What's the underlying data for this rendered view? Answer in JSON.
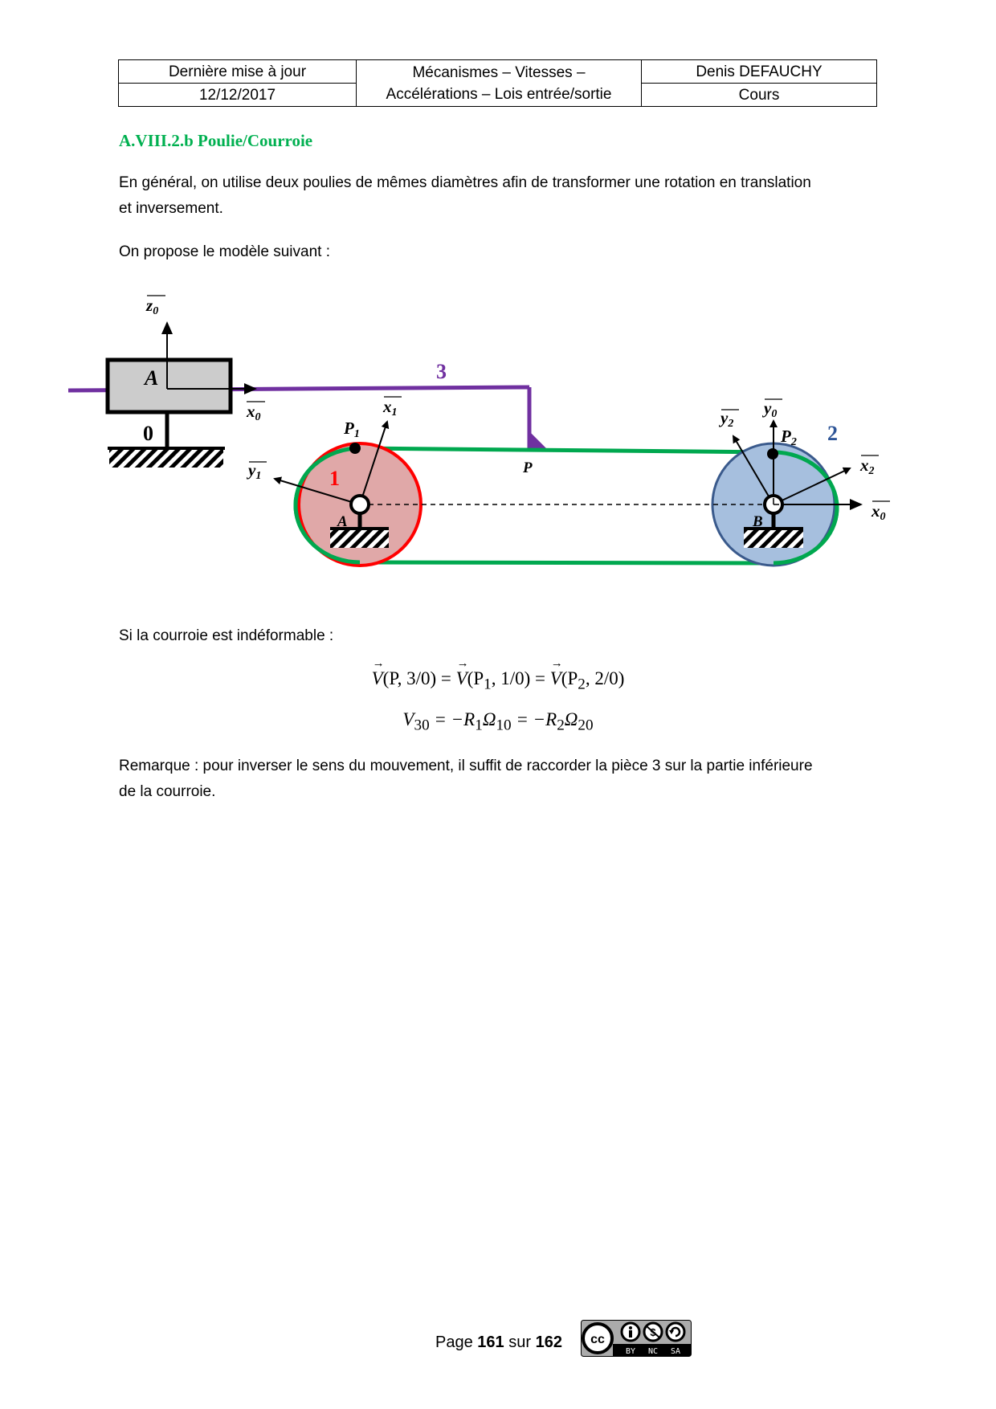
{
  "header": {
    "last_update_label": "Dernière mise à jour",
    "last_update_date": "12/12/2017",
    "title_line1": "Mécanismes – Vitesses –",
    "title_line2": "Accélérations – Lois entrée/sortie",
    "author": "Denis DEFAUCHY",
    "doc_type": "Cours"
  },
  "section": {
    "title": "A.VIII.2.b Poulie/Courroie"
  },
  "paragraphs": {
    "intro_line1": "En général, on utilise deux poulies de mêmes diamètres afin de transformer une rotation en translation",
    "intro_line2": "et inversement.",
    "model": "On propose le modèle suivant :",
    "condition": "Si la courroie est indéformable :",
    "remark_line1": "Remarque : pour inverser le sens du mouvement, il suffit de raccorder la pièce 3 sur la partie inférieure",
    "remark_line2": "de la courroie."
  },
  "diagram": {
    "colors": {
      "belt": "#00a84f",
      "slider_rod": "#7030a0",
      "pulley1_fill": "#e0a8a8",
      "pulley1_stroke": "#ff0000",
      "pulley2_fill": "#a6bfde",
      "pulley2_stroke": "#3a5a8c",
      "box_fill": "#cccccc",
      "label_part1": "#ff0000",
      "label_part2": "#2e5597",
      "label_part3": "#7030a0"
    },
    "labels": {
      "z0": "z",
      "z0_sub": "0",
      "x0_left": "x",
      "x0_left_sub": "0",
      "point_A_box": "A",
      "part0": "0",
      "part1": "1",
      "part2": "2",
      "part3": "3",
      "P1": "P",
      "P1_sub": "1",
      "x1": "x",
      "x1_sub": "1",
      "y1": "y",
      "y1_sub": "1",
      "P": "P",
      "point_A": "A",
      "point_B": "B",
      "y2": "y",
      "y2_sub": "2",
      "y0": "y",
      "y0_sub": "0",
      "P2": "P",
      "P2_sub": "2",
      "x2": "x",
      "x2_sub": "2",
      "x0_right": "x",
      "x0_right_sub": "0"
    }
  },
  "equations": {
    "eq1": {
      "v": "V",
      "t1": "(P, 3/0) = ",
      "t2": "(P",
      "t2_sub": "1",
      "t2_end": ", 1/0) = ",
      "t3": "(P",
      "t3_sub": "2",
      "t3_end": ", 2/0)"
    },
    "eq2": {
      "v": "V",
      "v_sub": "30",
      "mid1": " = −R",
      "r1_sub": "1",
      "omega1": "Ω",
      "omega1_sub": "10",
      "mid2": " = −R",
      "r2_sub": "2",
      "omega2": "Ω",
      "omega2_sub": "20"
    }
  },
  "footer": {
    "page_word": "Page",
    "page_current": "161",
    "of_word": "sur",
    "page_total": "162",
    "license_icon": "cc-by-nc-sa-icon",
    "license_text_by": "BY",
    "license_text_nc": "NC",
    "license_text_sa": "SA"
  }
}
